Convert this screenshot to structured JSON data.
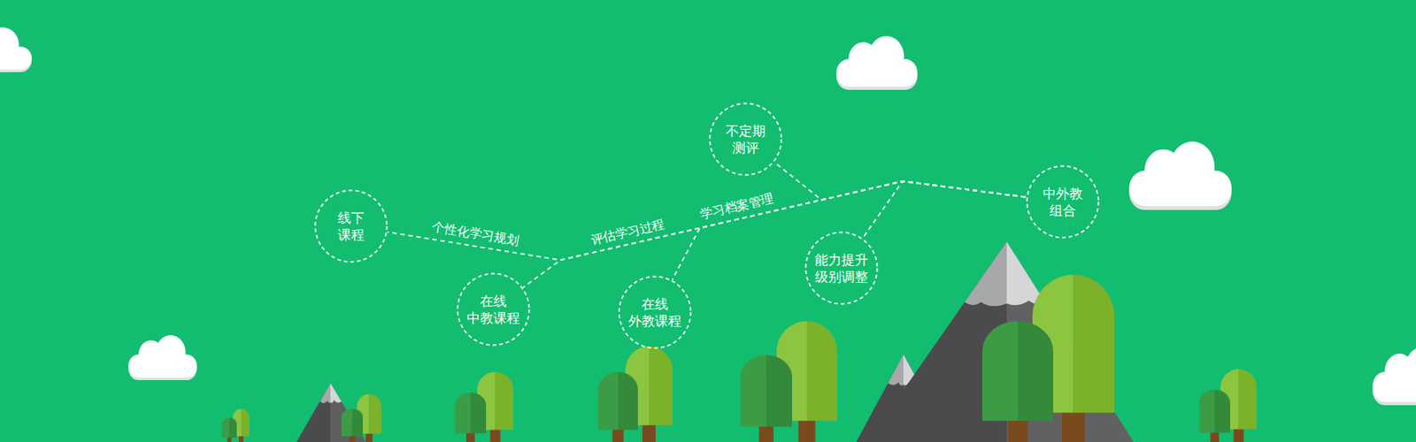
{
  "diagram": {
    "nodes": [
      {
        "text": [
          "线下 课程"
        ]
      },
      {
        "text": [
          "在线 中教课程"
        ]
      },
      {
        "text": [
          "在线 外教课程"
        ]
      },
      {
        "text": [
          "不定期 测评"
        ]
      },
      {
        "text": [
          "能力提升 级别调整"
        ]
      },
      {
        "text": [
          "中外教 组合"
        ]
      }
    ],
    "edges": [
      {
        "from": 0,
        "to": 5,
        "label": "个性化学习规划",
        "arrow": "none"
      },
      {
        "from": 1,
        "to": 5,
        "arrow": "none"
      },
      {
        "from": 2,
        "to": 5,
        "arrow": "none"
      },
      {
        "from": 3,
        "to": 5,
        "arrow": "none"
      },
      {
        "from": 4,
        "to": 5,
        "arrow": "none"
      }
    ],
    "labels": [
      "评估学习过程",
      "学习档案管理"
    ]
  }
}
